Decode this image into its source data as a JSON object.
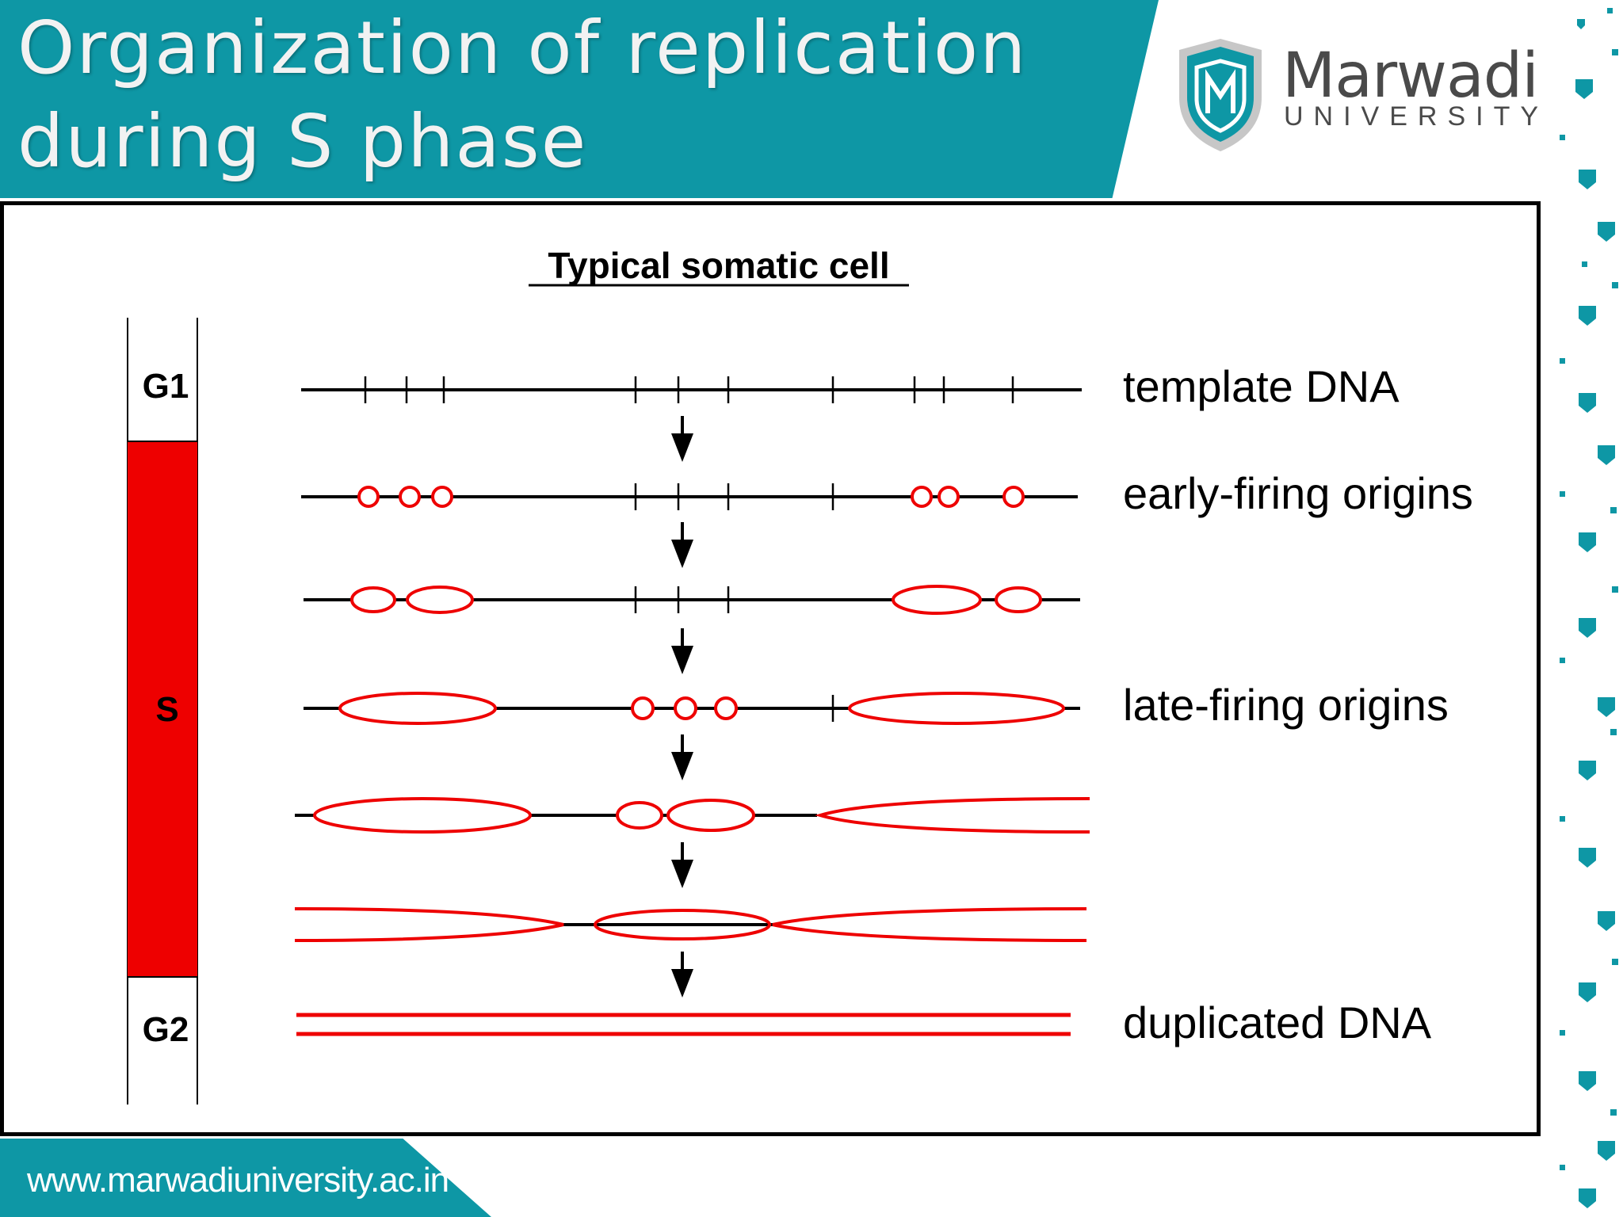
{
  "header": {
    "title_line1": "Organization of replication",
    "title_line2": "during S phase"
  },
  "logo": {
    "name": "Marwadi",
    "sub": "UNIVERSITY",
    "icon": "shield-m-logo-icon"
  },
  "diagram": {
    "title": "Typical somatic cell",
    "phases": {
      "g1": "G1",
      "s": "S",
      "g2": "G2"
    },
    "labels": {
      "template": "template DNA",
      "early": "early-firing origins",
      "late": "late-firing origins",
      "duplicated": "duplicated DNA"
    }
  },
  "footer": {
    "url": "www.marwadiuniversity.ac.in"
  },
  "colors": {
    "teal": "#0e97a5",
    "red": "#ee0000",
    "black": "#000000"
  }
}
